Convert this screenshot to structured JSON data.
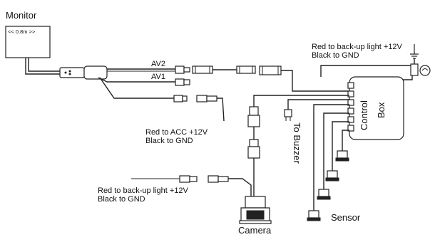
{
  "labels": {
    "monitor": "Monitor",
    "monitor_cable": "<< 0.8m >>",
    "av2": "AV2",
    "av1": "AV1",
    "backup_top_red": "Red to back-up light +12V",
    "backup_top_black": "Black to GND",
    "control": "Control",
    "box": "Box",
    "acc_red": "Red to ACC +12V",
    "acc_black": "Black to GND",
    "buzzer": "To Buzzer",
    "backup_bottom_red": "Red to back-up light +12V",
    "backup_bottom_black": "Black to GND",
    "sensor": "Sensor",
    "camera": "Camera"
  },
  "icons": [
    "ground-icon",
    "bulb-icon",
    "buzzer-icon",
    "camera-icon",
    "sensor-icon",
    "connector-icon"
  ]
}
